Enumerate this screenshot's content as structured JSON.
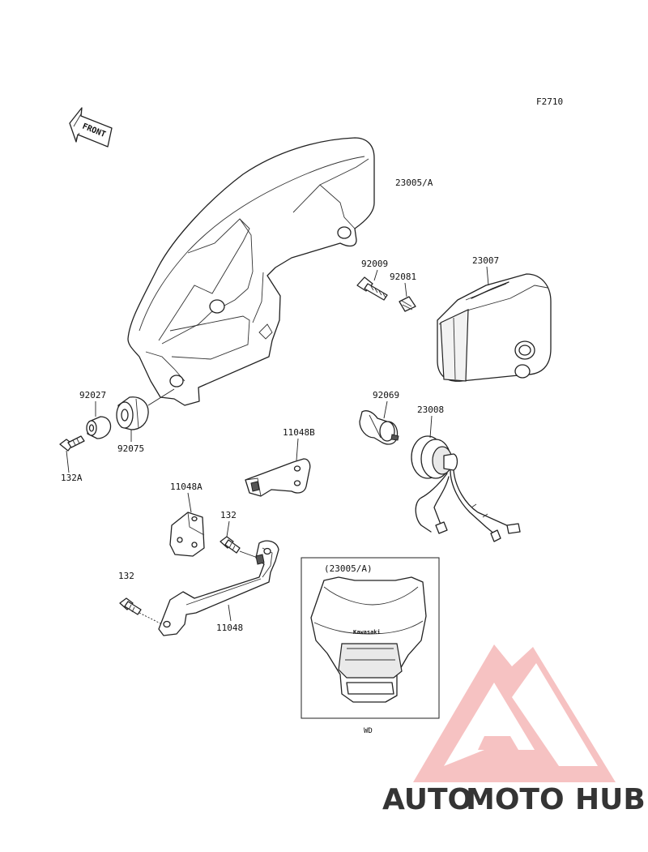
{
  "diagram": {
    "figure_code": "F2710",
    "front_label": "FRONT",
    "inset_title": "(23005/A)",
    "inset_brand": "Kawasaki",
    "inset_caption": "WD",
    "labels": {
      "p23005A": "23005/A",
      "p92009": "92009",
      "p92081": "92081",
      "p23007": "23007",
      "p92027": "92027",
      "p92075": "92075",
      "p132A": "132A",
      "p92069": "92069",
      "p23008": "23008",
      "p11048B": "11048B",
      "p11048A": "11048A",
      "p132a": "132",
      "p132b": "132",
      "p11048": "11048"
    }
  },
  "watermark": {
    "text_part1": "AUTO",
    "text_part2": "MOTO",
    "text_part3": "HUB",
    "colors": {
      "orange": "#f5b87a",
      "red": "#f08a8a",
      "gray": "#8a8a8a"
    }
  }
}
